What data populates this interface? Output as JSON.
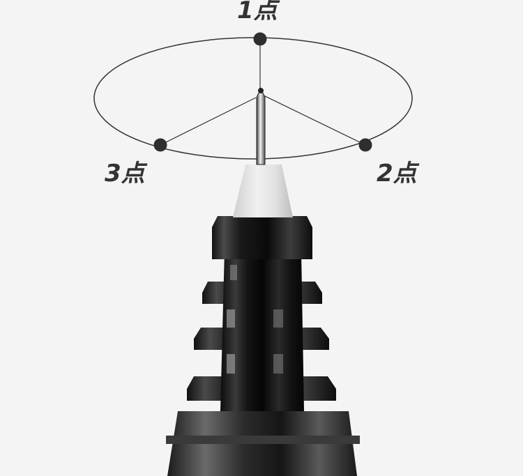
{
  "points": {
    "one": "1点",
    "two": "2点",
    "three": "3点"
  },
  "colors": {
    "background": "#f4f4f4",
    "label_text": "#333333",
    "marker": "#2e2e2e",
    "pen_body": "#1a1a1a",
    "cone_tip": "#d8d8d8"
  }
}
